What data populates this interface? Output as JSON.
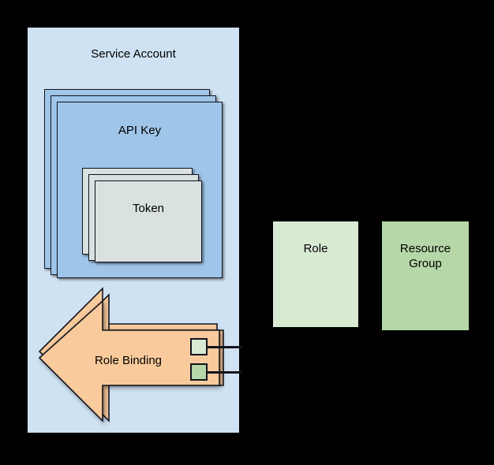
{
  "diagram": {
    "title_container": "Service Account",
    "nodes": {
      "service_account": {
        "label": "Service Account",
        "fill": "#CFE2F3"
      },
      "api_key": {
        "label": "API Key",
        "fill": "#9FC5E8",
        "stack_count": 3
      },
      "token": {
        "label": "Token",
        "fill": "#D9E2E1",
        "stack_count": 3
      },
      "role_binding": {
        "label": "Role Binding",
        "fill": "#F9CB9C",
        "stack_count": 3,
        "shape": "left-arrow"
      },
      "role": {
        "label": "Role",
        "fill": "#D9EAD3"
      },
      "resource_group": {
        "label": "Resource\nGroup",
        "fill": "#B6D7A8"
      }
    },
    "connectors": [
      {
        "name": "role-binding-to-role",
        "from_port_fill": "#D9EAD3"
      },
      {
        "name": "role-binding-to-resource-group",
        "from_port_fill": "#B6D7A8"
      }
    ],
    "colors": {
      "background": "#000000",
      "stroke": "#14141e",
      "container_blue": "#CFE2F3",
      "api_key_blue": "#9FC5E8",
      "token_gray": "#D9E2E1",
      "arrow_orange": "#F9CB9C",
      "role_green": "#D9EAD3",
      "resource_green": "#B6D7A8"
    }
  }
}
